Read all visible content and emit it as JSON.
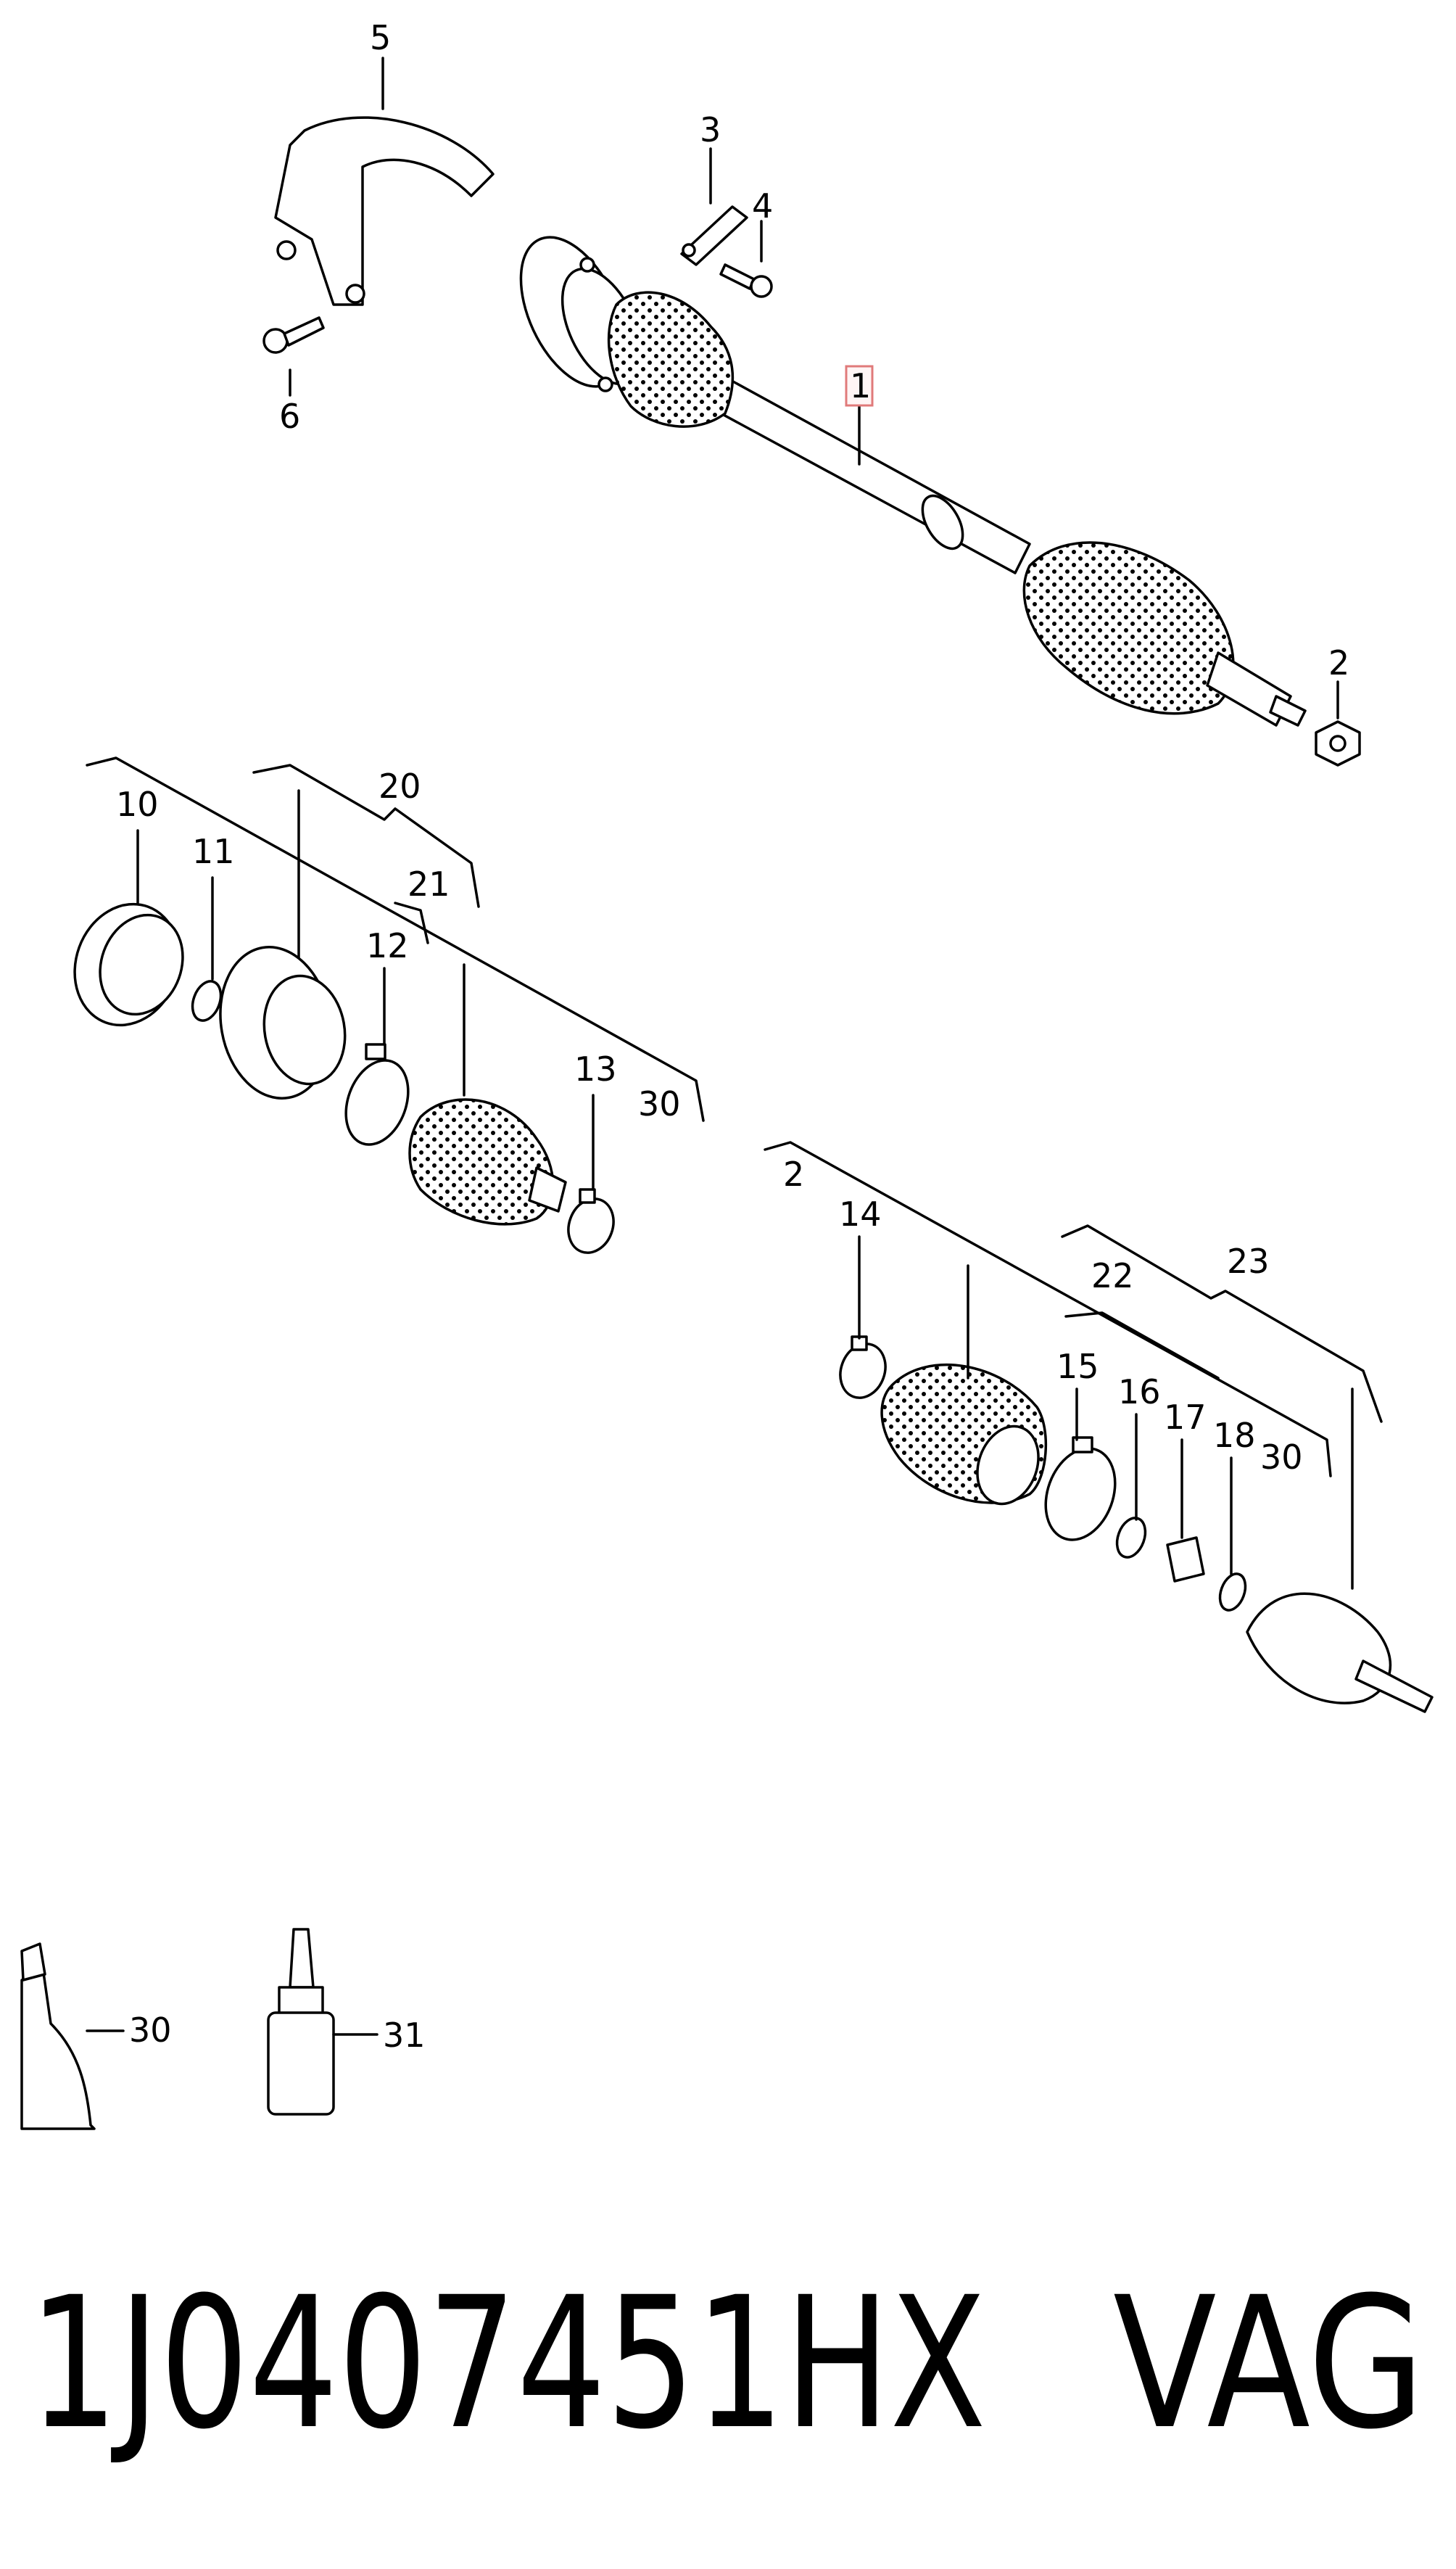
{
  "diagram": {
    "callouts": {
      "c1": "1",
      "c2a": "2",
      "c3": "3",
      "c4": "4",
      "c5": "5",
      "c6": "6",
      "c10": "10",
      "c11": "11",
      "c12": "12",
      "c13": "13",
      "c20": "20",
      "c21": "21",
      "c30a": "30",
      "c2b": "2",
      "c14": "14",
      "c15": "15",
      "c16": "16",
      "c17": "17",
      "c18": "18",
      "c22": "22",
      "c23": "23",
      "c30b": "30",
      "c30c": "30",
      "c31": "31"
    },
    "highlighted_callout": "1"
  },
  "footer": {
    "part_number": "1J0407451HX",
    "brand": "VAG"
  }
}
